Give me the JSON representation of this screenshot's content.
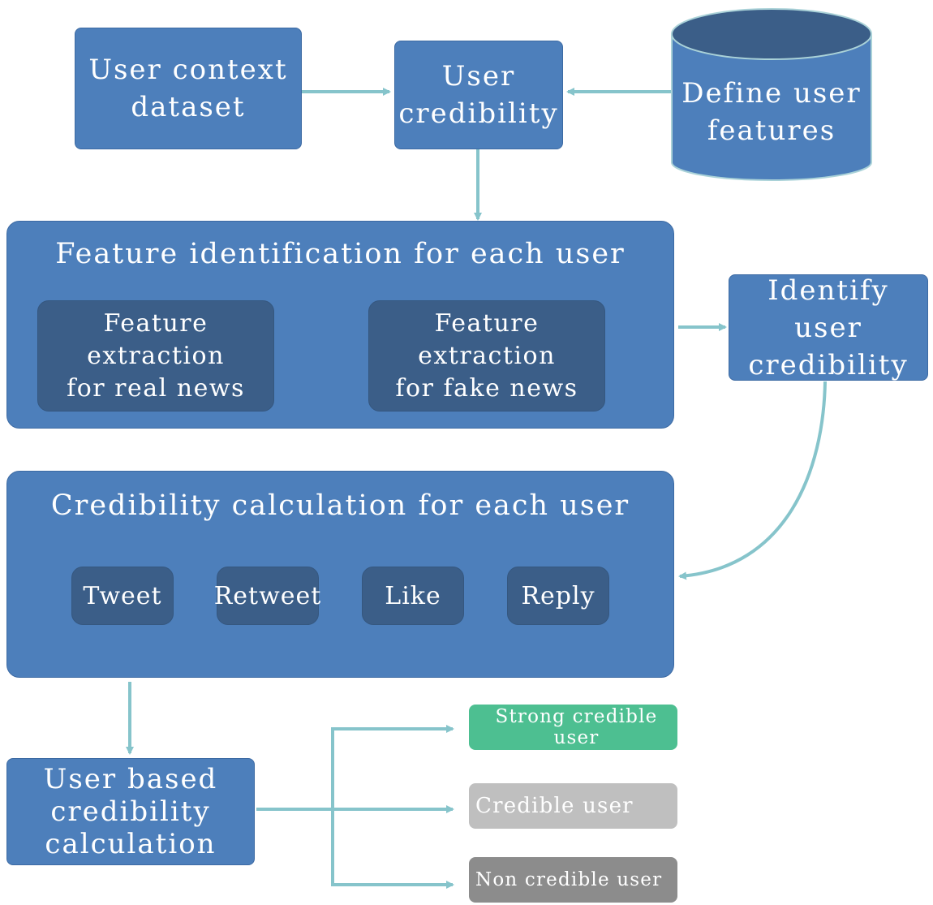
{
  "nodes": {
    "user_context": "User context\ndataset",
    "user_cred": "User\ncredibility",
    "define_features": "Define user\nfeatures",
    "feature_id_title": "Feature identification for each user",
    "extract_real": "Feature extraction\nfor real news",
    "extract_fake": "Feature extraction\nfor fake news",
    "identify_cred": "Identify user\ncredibility",
    "cred_calc_title": "Credibility calculation for each user",
    "tweet": "Tweet",
    "retweet": "Retweet",
    "like": "Like",
    "reply": "Reply",
    "user_based": "User based\ncredibility\ncalculation",
    "strong": "Strong credible user",
    "credible": "Credible user",
    "non_credible": "Non credible user"
  },
  "colors": {
    "box_blue": "#4d7fbb",
    "box_dark": "#3b5e88",
    "arrow": "#86c4cb",
    "strong": "#4dbf91",
    "credible": "#bfbfbf",
    "non_credible": "#8c8c8c"
  }
}
